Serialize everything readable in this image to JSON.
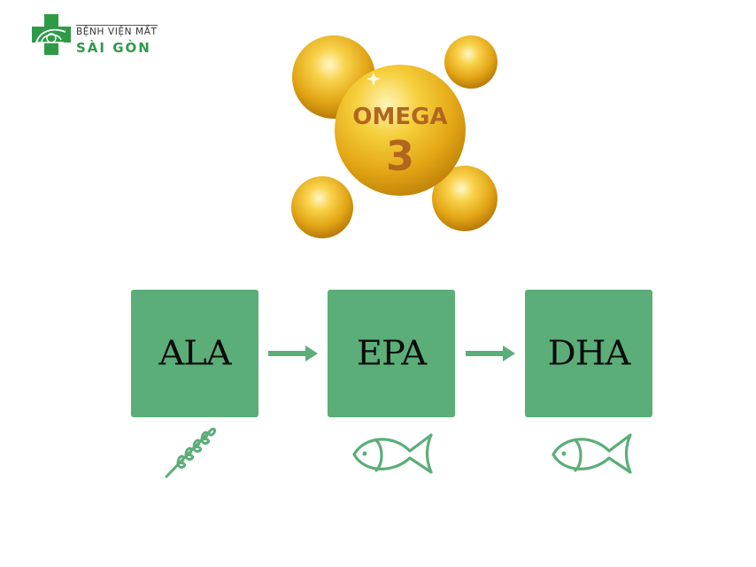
{
  "logo": {
    "line1": "BỆNH VIỆN MẮT",
    "line2": "SÀI GÒN",
    "icon": "eye-cross-icon",
    "color": "#2e9a48"
  },
  "hero": {
    "icon": "omega-3-capsules-icon",
    "title": "OMEGA",
    "number": "3",
    "text_color": "#b0661f"
  },
  "diagram": {
    "box_color": "#5bae78",
    "nodes": [
      {
        "label": "ALA",
        "source_icon": "wheat-icon"
      },
      {
        "label": "EPA",
        "source_icon": "fish-icon"
      },
      {
        "label": "DHA",
        "source_icon": "fish-icon"
      }
    ],
    "edges": [
      {
        "from": "ALA",
        "to": "EPA"
      },
      {
        "from": "EPA",
        "to": "DHA"
      }
    ]
  }
}
